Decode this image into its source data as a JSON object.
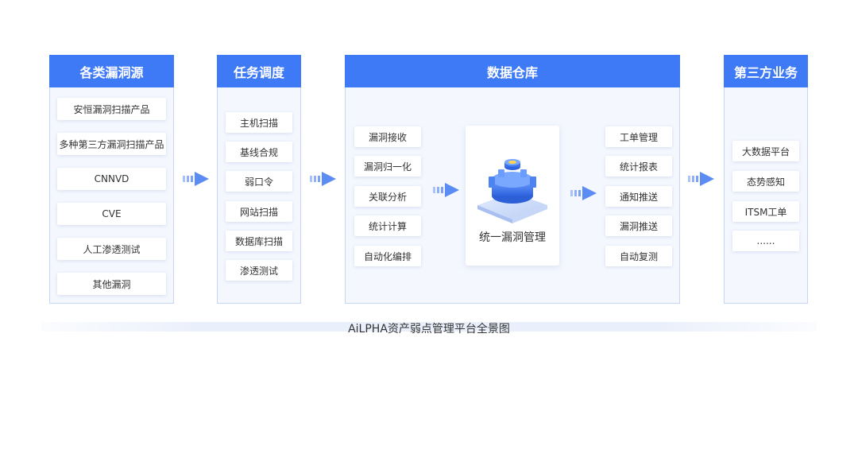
{
  "panels": {
    "sources": {
      "title": "各类漏洞源",
      "items": [
        "安恒漏洞扫描产品",
        "多种第三方漏洞扫描产品",
        "CNNVD",
        "CVE",
        "人工渗透测试",
        "其他漏洞"
      ]
    },
    "scheduling": {
      "title": "任务调度",
      "items": [
        "主机扫描",
        "基线合规",
        "弱口令",
        "网站扫描",
        "数据库扫描",
        "渗透测试"
      ]
    },
    "warehouse": {
      "title": "数据仓库",
      "left_items": [
        "漏洞接收",
        "漏洞归一化",
        "关联分析",
        "统计计算",
        "自动化编排"
      ],
      "center_label": "统一漏洞管理",
      "right_items": [
        "工单管理",
        "统计报表",
        "通知推送",
        "漏洞推送",
        "自动复测"
      ]
    },
    "third_party": {
      "title": "第三方业务",
      "items": [
        "大数据平台",
        "态势感知",
        "ITSM工单",
        "......"
      ]
    }
  },
  "caption": "AiLPHA资产弱点管理平台全景图",
  "colors": {
    "header": "#3f7af6",
    "panel_bg": "#f4f7fe",
    "panel_border": "#c7d6f5",
    "arrow": "#5b8cf4"
  },
  "icons": {
    "flow_arrow": "double-chevron-right-icon",
    "center": "gear-icon"
  }
}
